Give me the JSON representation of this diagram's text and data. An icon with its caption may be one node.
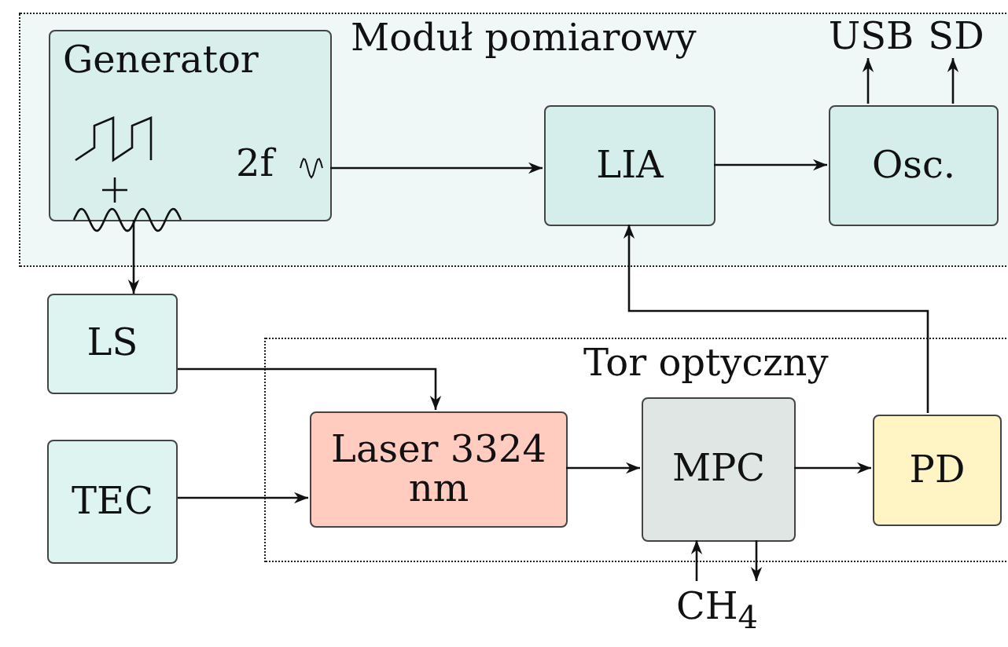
{
  "diagram": {
    "nodes": [
      {
        "text": [
          "Moduł pomiarowy"
        ]
      },
      {
        "text": [
          "Generator",
          "2f"
        ],
        "in": 0
      },
      {
        "text": [
          "LIA"
        ],
        "in": 0
      },
      {
        "text": [
          "Osc."
        ],
        "in": 0
      },
      {
        "text": [
          "USB"
        ],
        "in": 0
      },
      {
        "text": [
          "SD"
        ],
        "in": 0
      },
      {
        "text": [
          "LS"
        ]
      },
      {
        "text": [
          "TEC"
        ]
      },
      {
        "text": [
          "Tor optyczny"
        ]
      },
      {
        "text": [
          "Laser 3324 nm"
        ],
        "in": 8
      },
      {
        "text": [
          "MPC"
        ],
        "in": 8
      },
      {
        "text": [
          "PD"
        ],
        "in": 8
      },
      {
        "text": [
          "CH$_{4}$"
        ]
      }
    ],
    "edges": [
      {
        "from": 1,
        "to": 2,
        "arrow": "to"
      },
      {
        "from": 2,
        "to": 3,
        "arrow": "to"
      },
      {
        "from": 3,
        "to": 4,
        "arrow": "to"
      },
      {
        "from": 3,
        "to": 5,
        "arrow": "to"
      },
      {
        "from": 1,
        "to": 6,
        "arrow": "to"
      },
      {
        "from": 6,
        "to": 9,
        "arrow": "to"
      },
      {
        "from": 7,
        "to": 9,
        "arrow": "to"
      },
      {
        "from": 9,
        "to": 10,
        "arrow": "to"
      },
      {
        "from": 10,
        "to": 11,
        "arrow": "to"
      },
      {
        "from": 11,
        "to": 2,
        "arrow": "to"
      },
      {
        "from": 12,
        "to": 10,
        "arrow": "to"
      },
      {
        "from": 10,
        "to": 12,
        "arrow": "to"
      }
    ]
  }
}
